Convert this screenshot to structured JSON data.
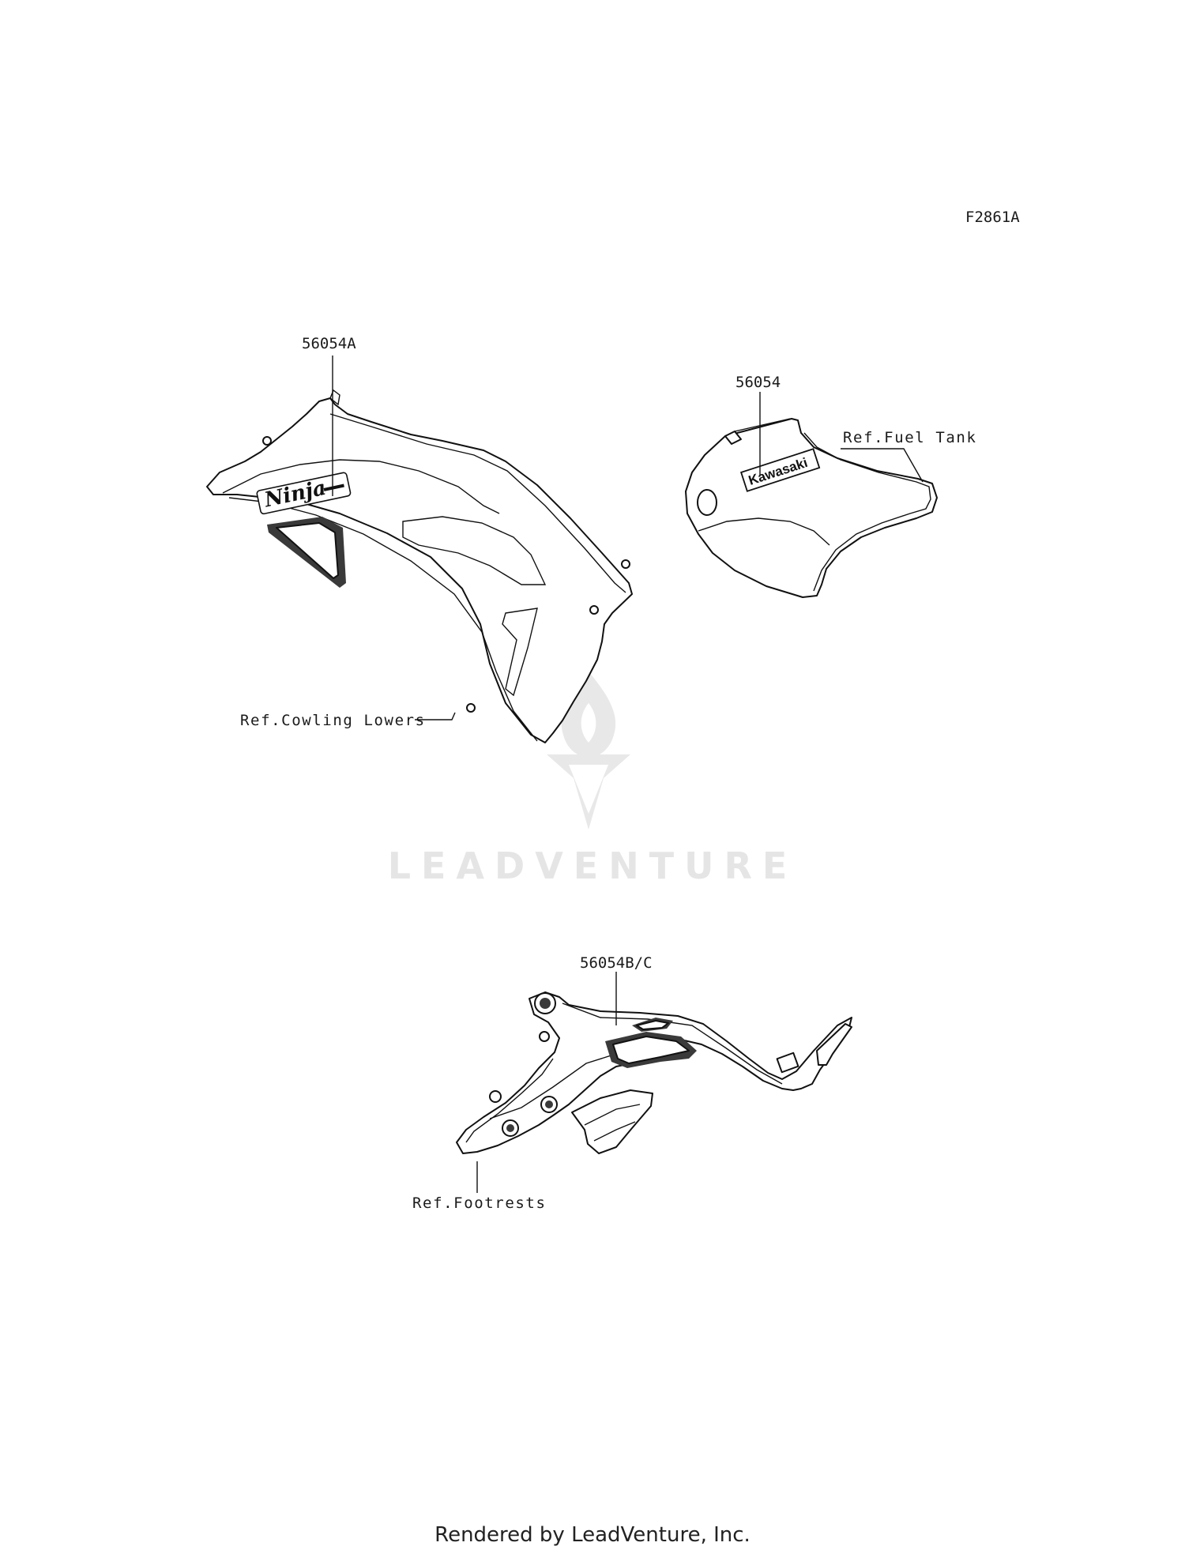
{
  "diagram": {
    "code": "F2861A",
    "callouts": {
      "cowl_decal": "56054A",
      "tank_decal": "56054",
      "frame_decal": "56054B/C"
    },
    "references": {
      "cowling": "Ref.Cowling Lowers",
      "fuel_tank": "Ref.Fuel Tank",
      "footrests": "Ref.Footrests"
    },
    "decal_text": {
      "cowl": "Ninja",
      "tank": "Kawasaki"
    }
  },
  "watermark": {
    "text": "LEADVENTURE"
  },
  "footer": {
    "text": "Rendered by LeadVenture, Inc."
  }
}
